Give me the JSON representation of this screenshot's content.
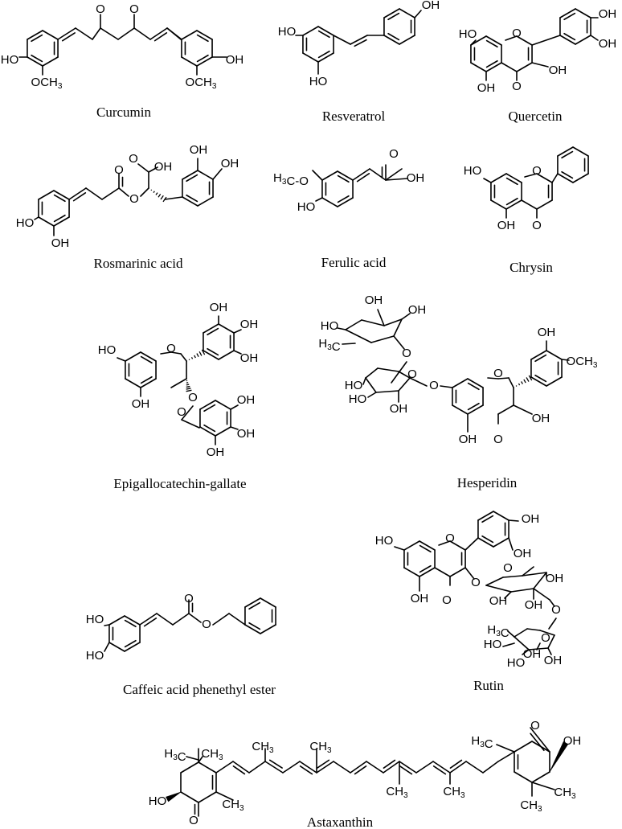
{
  "compounds": [
    {
      "id": "curcumin",
      "name": "Curcumin"
    },
    {
      "id": "resveratrol",
      "name": "Resveratrol"
    },
    {
      "id": "quercetin",
      "name": "Quercetin"
    },
    {
      "id": "rosmarinic",
      "name": "Rosmarinic acid"
    },
    {
      "id": "ferulic",
      "name": "Ferulic acid"
    },
    {
      "id": "chrysin",
      "name": "Chrysin"
    },
    {
      "id": "egcg",
      "name": "Epigallocatechin-gallate"
    },
    {
      "id": "hesperidin",
      "name": "Hesperidin"
    },
    {
      "id": "cape",
      "name": "Caffeic acid phenethyl ester"
    },
    {
      "id": "rutin",
      "name": "Rutin"
    },
    {
      "id": "astaxanthin",
      "name": "Astaxanthin"
    }
  ],
  "atom_labels": {
    "oh": "OH",
    "ho": "HO",
    "o": "O",
    "och3": "OCH3",
    "h3c_o": "H3C-O",
    "h3c": "H3C",
    "ch3": "CH3"
  }
}
